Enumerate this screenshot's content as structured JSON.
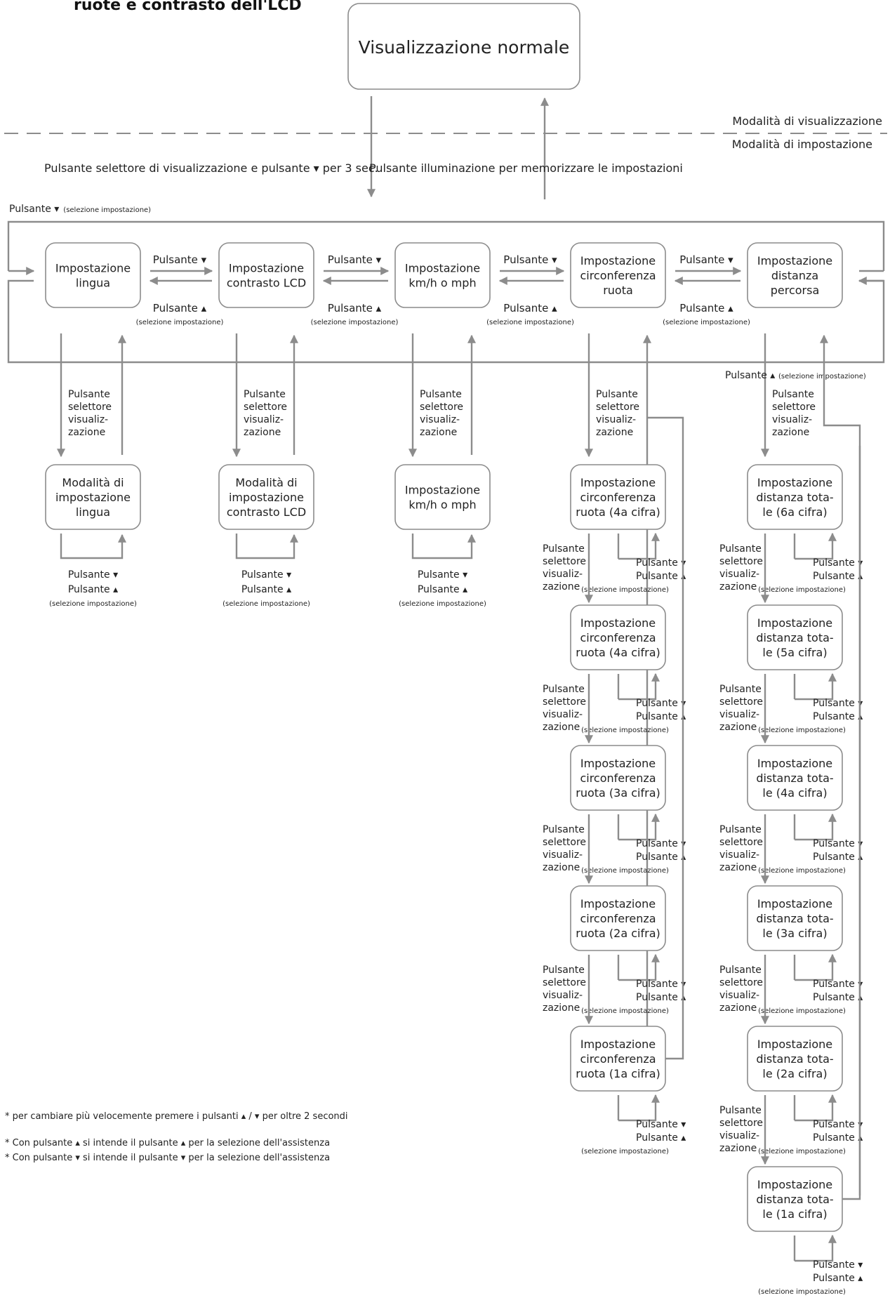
{
  "title": "ruote e contrasto dell'LCD",
  "normal_view": "Visualizzazione normale",
  "mode_view": "Modalità di visualizzazione",
  "mode_setting": "Modalità di impostazione",
  "enter_text": "Pulsante selettore di visualizzazione e pulsante ▾ per 3 sec.",
  "save_text": "Pulsante illuminazione per memorizzare le impostazioni",
  "top_left_label": "Pulsante ▾",
  "sel": "(selezione impostazione)",
  "btn_down": "Pulsante ▾",
  "btn_up": "Pulsante ▴",
  "btn_up_sel": "Pulsante ▴",
  "sel_vis": [
    "Pulsante",
    "selettore",
    "visualiz-",
    "zazione"
  ],
  "main_boxes": [
    [
      "Impostazione",
      "lingua"
    ],
    [
      "Impostazione",
      "contrasto LCD"
    ],
    [
      "Impostazione",
      "km/h o mph"
    ],
    [
      "Impostazione",
      "circonferenza",
      "ruota"
    ],
    [
      "Impostazione",
      "distanza",
      "percorsa"
    ]
  ],
  "sub_boxes": [
    [
      "Modalità di",
      "impostazione",
      "lingua"
    ],
    [
      "Modalità di",
      "impostazione",
      "contrasto LCD"
    ],
    [
      "Impostazione",
      "km/h o mph"
    ]
  ],
  "wheel_boxes": [
    [
      "Impostazione",
      "circonferenza",
      "ruota (4a cifra)"
    ],
    [
      "Impostazione",
      "circonferenza",
      "ruota (4a cifra)"
    ],
    [
      "Impostazione",
      "circonferenza",
      "ruota (3a cifra)"
    ],
    [
      "Impostazione",
      "circonferenza",
      "ruota (2a cifra)"
    ],
    [
      "Impostazione",
      "circonferenza",
      "ruota (1a cifra)"
    ]
  ],
  "dist_boxes": [
    [
      "Impostazione",
      "distanza tota-",
      "le (6a cifra)"
    ],
    [
      "Impostazione",
      "distanza tota-",
      "le (5a cifra)"
    ],
    [
      "Impostazione",
      "distanza tota-",
      "le (4a cifra)"
    ],
    [
      "Impostazione",
      "distanza tota-",
      "le (3a cifra)"
    ],
    [
      "Impostazione",
      "distanza tota-",
      "le (2a cifra)"
    ],
    [
      "Impostazione",
      "distanza tota-",
      "le (1a cifra)"
    ]
  ],
  "notes": [
    "* per cambiare più velocemente premere i pulsanti ▴ / ▾ per oltre 2 secondi",
    "* Con pulsante ▴ si intende il pulsante ▴ per la selezione dell'assistenza",
    "* Con pulsante ▾ si intende il pulsante ▾ per la selezione dell'assistenza"
  ],
  "colors": {
    "line": "#8c8c8c",
    "text": "#222222",
    "box_border": "#8c8c8c"
  }
}
